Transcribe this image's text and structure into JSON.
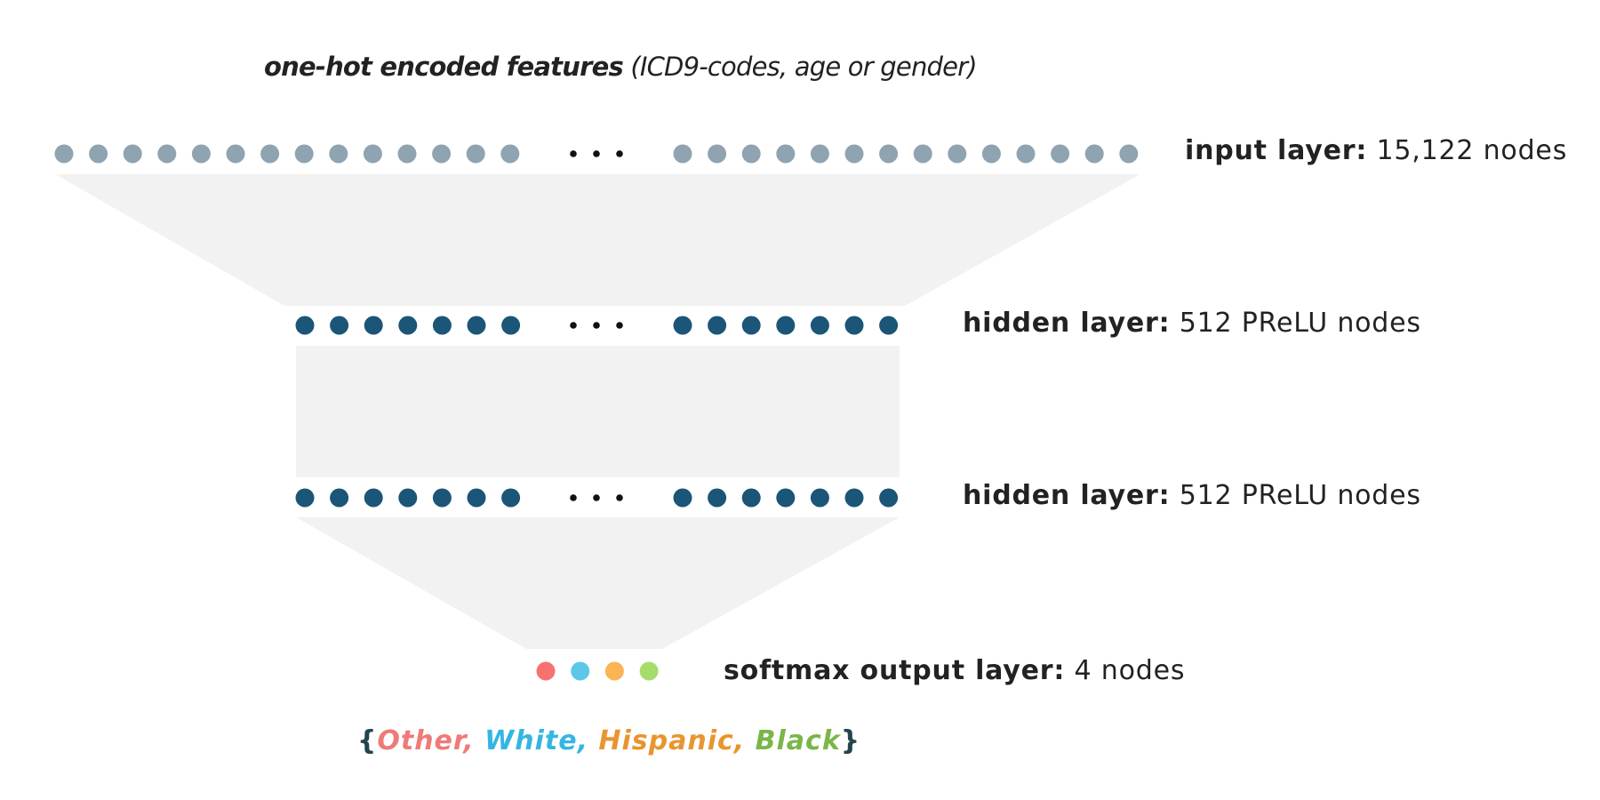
{
  "header": {
    "features_emph": "one-hot encoded features",
    "features_detail": "(ICD9-codes, age or gender)"
  },
  "layers": [
    {
      "key": "input layer:",
      "detail": "15,122 nodes",
      "color": "#8fa3b1"
    },
    {
      "key": "hidden layer:",
      "detail": "512 PReLU nodes",
      "color": "#1b5578"
    },
    {
      "key": "hidden layer:",
      "detail": "512 PReLU nodes",
      "color": "#1b5578"
    },
    {
      "key": "softmax output layer:",
      "detail": "4 nodes"
    }
  ],
  "output_classes": [
    {
      "label": "Other",
      "color": "#f07a78",
      "node_color": "#f87171"
    },
    {
      "label": "White",
      "color": "#35b6e0",
      "node_color": "#5bc8ea"
    },
    {
      "label": "Hispanic",
      "color": "#e8952f",
      "node_color": "#fbb454"
    },
    {
      "label": "Black",
      "color": "#7ab648",
      "node_color": "#a6dc6a"
    }
  ],
  "connector_color": "#f2f2f2",
  "ellipsis_color": "#111111",
  "brace_color": "#23444d",
  "brace_open": "{",
  "brace_close": "}",
  "separator": ", "
}
